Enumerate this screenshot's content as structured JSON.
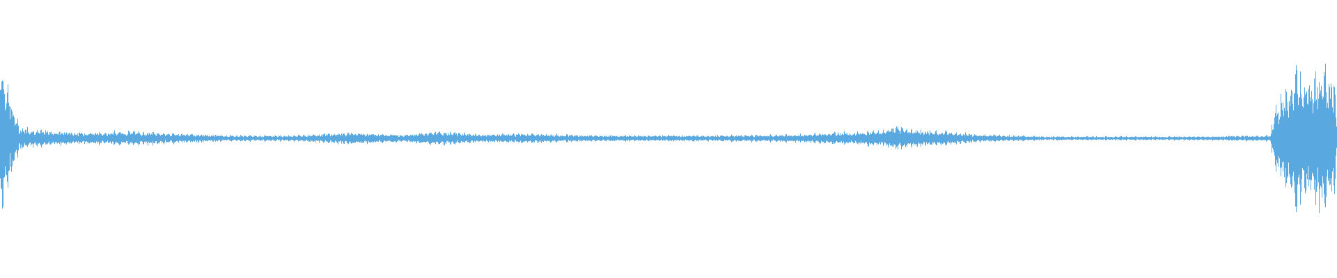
{
  "waveform": {
    "color": "#5aa8e0",
    "background": "#ffffff",
    "envelope": [
      {
        "pos": 0.0,
        "amp": 0.98
      },
      {
        "pos": 0.003,
        "amp": 0.7
      },
      {
        "pos": 0.008,
        "amp": 0.4
      },
      {
        "pos": 0.014,
        "amp": 0.12
      },
      {
        "pos": 0.03,
        "amp": 0.08
      },
      {
        "pos": 0.06,
        "amp": 0.06
      },
      {
        "pos": 0.1,
        "amp": 0.07
      },
      {
        "pos": 0.13,
        "amp": 0.05
      },
      {
        "pos": 0.17,
        "amp": 0.03
      },
      {
        "pos": 0.22,
        "amp": 0.03
      },
      {
        "pos": 0.26,
        "amp": 0.06
      },
      {
        "pos": 0.3,
        "amp": 0.04
      },
      {
        "pos": 0.33,
        "amp": 0.07
      },
      {
        "pos": 0.36,
        "amp": 0.04
      },
      {
        "pos": 0.39,
        "amp": 0.05
      },
      {
        "pos": 0.45,
        "amp": 0.03
      },
      {
        "pos": 0.54,
        "amp": 0.03
      },
      {
        "pos": 0.6,
        "amp": 0.04
      },
      {
        "pos": 0.625,
        "amp": 0.06
      },
      {
        "pos": 0.66,
        "amp": 0.08
      },
      {
        "pos": 0.67,
        "amp": 0.12
      },
      {
        "pos": 0.69,
        "amp": 0.08
      },
      {
        "pos": 0.71,
        "amp": 0.07
      },
      {
        "pos": 0.73,
        "amp": 0.04
      },
      {
        "pos": 0.78,
        "amp": 0.02
      },
      {
        "pos": 0.85,
        "amp": 0.02
      },
      {
        "pos": 0.9,
        "amp": 0.02
      },
      {
        "pos": 0.95,
        "amp": 0.03
      },
      {
        "pos": 0.953,
        "amp": 0.3
      },
      {
        "pos": 0.965,
        "amp": 0.6
      },
      {
        "pos": 0.978,
        "amp": 0.72
      },
      {
        "pos": 0.99,
        "amp": 0.68
      },
      {
        "pos": 0.998,
        "amp": 0.55
      },
      {
        "pos": 1.0,
        "amp": 0.0
      }
    ]
  }
}
